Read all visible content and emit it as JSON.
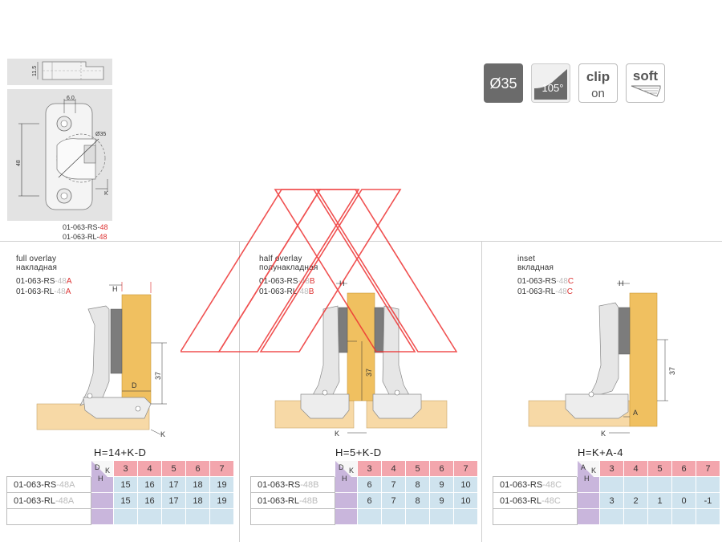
{
  "badges": [
    {
      "name": "cup-diameter-badge",
      "text": "Ø35"
    },
    {
      "name": "opening-angle-badge",
      "text": "105°"
    },
    {
      "name": "clip-on-badge",
      "line1": "clip",
      "line2": "on"
    },
    {
      "name": "soft-close-badge",
      "text": "soft"
    }
  ],
  "top_drawing": {
    "dim_11_5": "11.5",
    "dim_6_0": "6.0",
    "dim_48": "48",
    "dim_35": "Ø35",
    "dim_k": "K",
    "codes": [
      {
        "base": "01-063-RS-",
        "suffix": "48"
      },
      {
        "base": "01-063-RL-",
        "suffix": "48"
      }
    ]
  },
  "panels": [
    {
      "title_en": "full overlay",
      "title_ru": "накладная",
      "codes": [
        {
          "base": "01-063-RS",
          "mid": "-48",
          "letter": "A"
        },
        {
          "base": "01-063-RL",
          "mid": "-48",
          "letter": "A"
        }
      ],
      "dims": {
        "h": "H",
        "d": "D",
        "k": "K",
        "v37": "37"
      },
      "formula": "H=14+K-D",
      "table": {
        "corner_top": "D",
        "corner_mid": "K",
        "corner_bot": "H",
        "headers": [
          "3",
          "4",
          "5",
          "6",
          "7"
        ],
        "rows": [
          {
            "label": "01-063-RS",
            "suffix": "-48A",
            "values": [
              "15",
              "16",
              "17",
              "18",
              "19"
            ]
          },
          {
            "label": "01-063-RL",
            "suffix": "-48A",
            "values": [
              "15",
              "16",
              "17",
              "18",
              "19"
            ]
          },
          {
            "label": "",
            "suffix": "",
            "values": [
              "",
              "",
              "",
              "",
              ""
            ]
          }
        ]
      }
    },
    {
      "title_en": "half overlay",
      "title_ru": "полунакладная",
      "codes": [
        {
          "base": "01-063-RS",
          "mid": "-48",
          "letter": "B"
        },
        {
          "base": "01-063-RL",
          "mid": "-48",
          "letter": "B"
        }
      ],
      "dims": {
        "h": "H",
        "k": "K",
        "v37": "37"
      },
      "formula": "H=5+K-D",
      "table": {
        "corner_top": "D",
        "corner_mid": "K",
        "corner_bot": "H",
        "headers": [
          "3",
          "4",
          "5",
          "6",
          "7"
        ],
        "rows": [
          {
            "label": "01-063-RS",
            "suffix": "-48B",
            "values": [
              "6",
              "7",
              "8",
              "9",
              "10"
            ]
          },
          {
            "label": "01-063-RL",
            "suffix": "-48B",
            "values": [
              "6",
              "7",
              "8",
              "9",
              "10"
            ]
          },
          {
            "label": "",
            "suffix": "",
            "values": [
              "",
              "",
              "",
              "",
              ""
            ]
          }
        ]
      }
    },
    {
      "title_en": "inset",
      "title_ru": "вкладная",
      "codes": [
        {
          "base": "01-063-RS",
          "mid": "-48",
          "letter": "C"
        },
        {
          "base": "01-063-RL",
          "mid": "-48",
          "letter": "C"
        }
      ],
      "dims": {
        "h": "H",
        "a": "A",
        "k": "K",
        "v37": "37"
      },
      "formula": "H=K+A-4",
      "table": {
        "corner_top": "A",
        "corner_mid": "K",
        "corner_bot": "H",
        "headers": [
          "3",
          "4",
          "5",
          "6",
          "7"
        ],
        "rows": [
          {
            "label": "01-063-RS",
            "suffix": "-48C",
            "values": [
              "",
              "",
              "",
              "",
              ""
            ]
          },
          {
            "label": "01-063-RL",
            "suffix": "-48C",
            "values": [
              "3",
              "2",
              "1",
              "0",
              "-1"
            ]
          },
          {
            "label": "",
            "suffix": "",
            "values": [
              "",
              "",
              "",
              "",
              ""
            ]
          }
        ]
      }
    }
  ],
  "colors": {
    "door": "#f0c060",
    "cabinet": "#f7d9a6",
    "hinge": "#dcdcdc",
    "arm": "#8a8a8a",
    "header": "#f3a6ad",
    "cell": "#cfe3ee",
    "lavender": "#c9b6dc",
    "watermark": "#e33",
    "dim": "#d22"
  }
}
